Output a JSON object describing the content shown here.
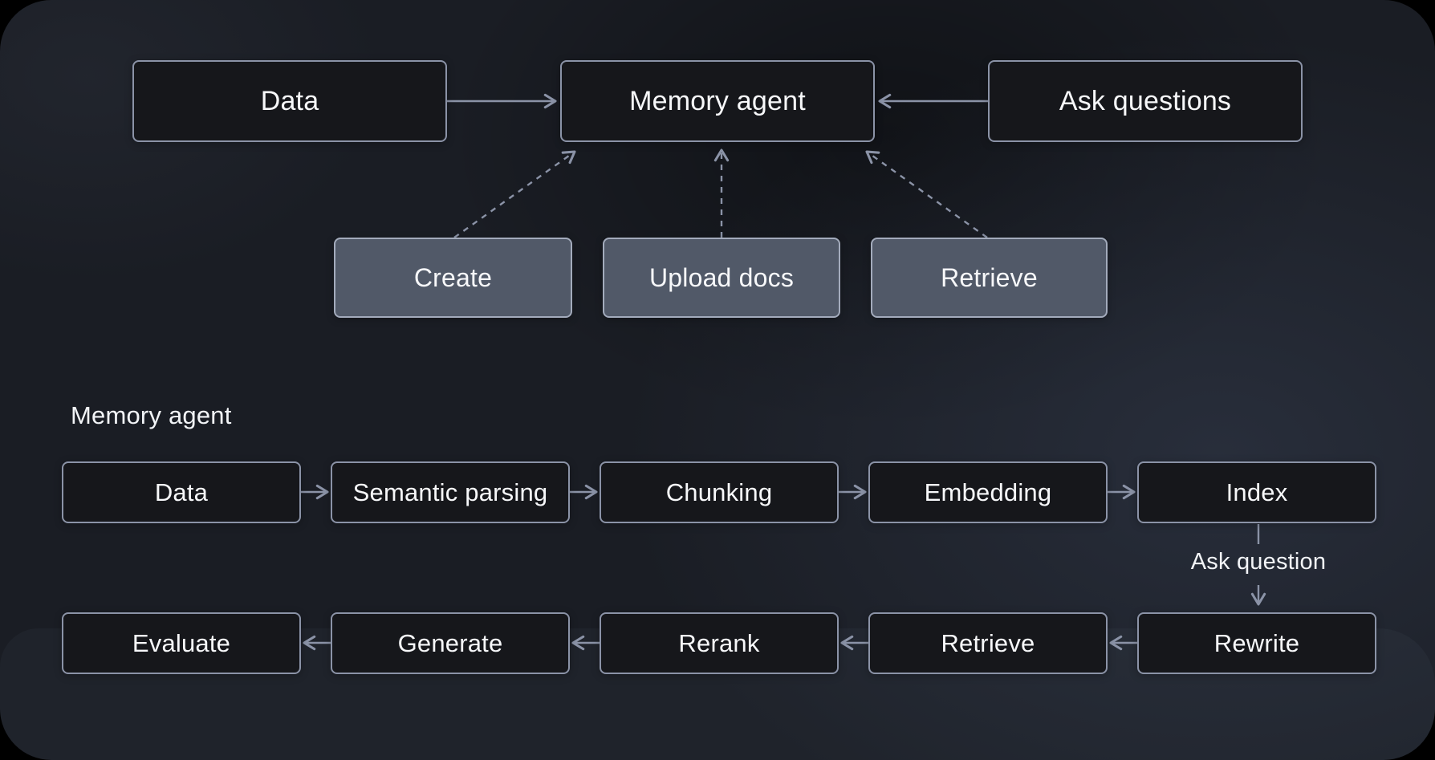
{
  "canvas": {
    "colors": {
      "page_background": "#000000",
      "canvas_background": "#1a1d24",
      "node_fill": "#16171b",
      "node_border": "#8b93a7",
      "action_fill": "#515968",
      "action_border": "#a3abbc",
      "arrow": "#8b93a7",
      "text": "#f7f8fa"
    }
  },
  "overview": {
    "nodes": {
      "data": "Data",
      "memory_agent": "Memory agent",
      "ask_questions": "Ask questions"
    },
    "actions": {
      "create": "Create",
      "upload_docs": "Upload docs",
      "retrieve": "Retrieve"
    }
  },
  "pipeline": {
    "title": "Memory agent",
    "ingest_steps": [
      "Data",
      "Semantic parsing",
      "Chunking",
      "Embedding",
      "Index"
    ],
    "branch_label": "Ask question",
    "query_steps": [
      "Evaluate",
      "Generate",
      "Rerank",
      "Retrieve",
      "Rewrite"
    ]
  }
}
